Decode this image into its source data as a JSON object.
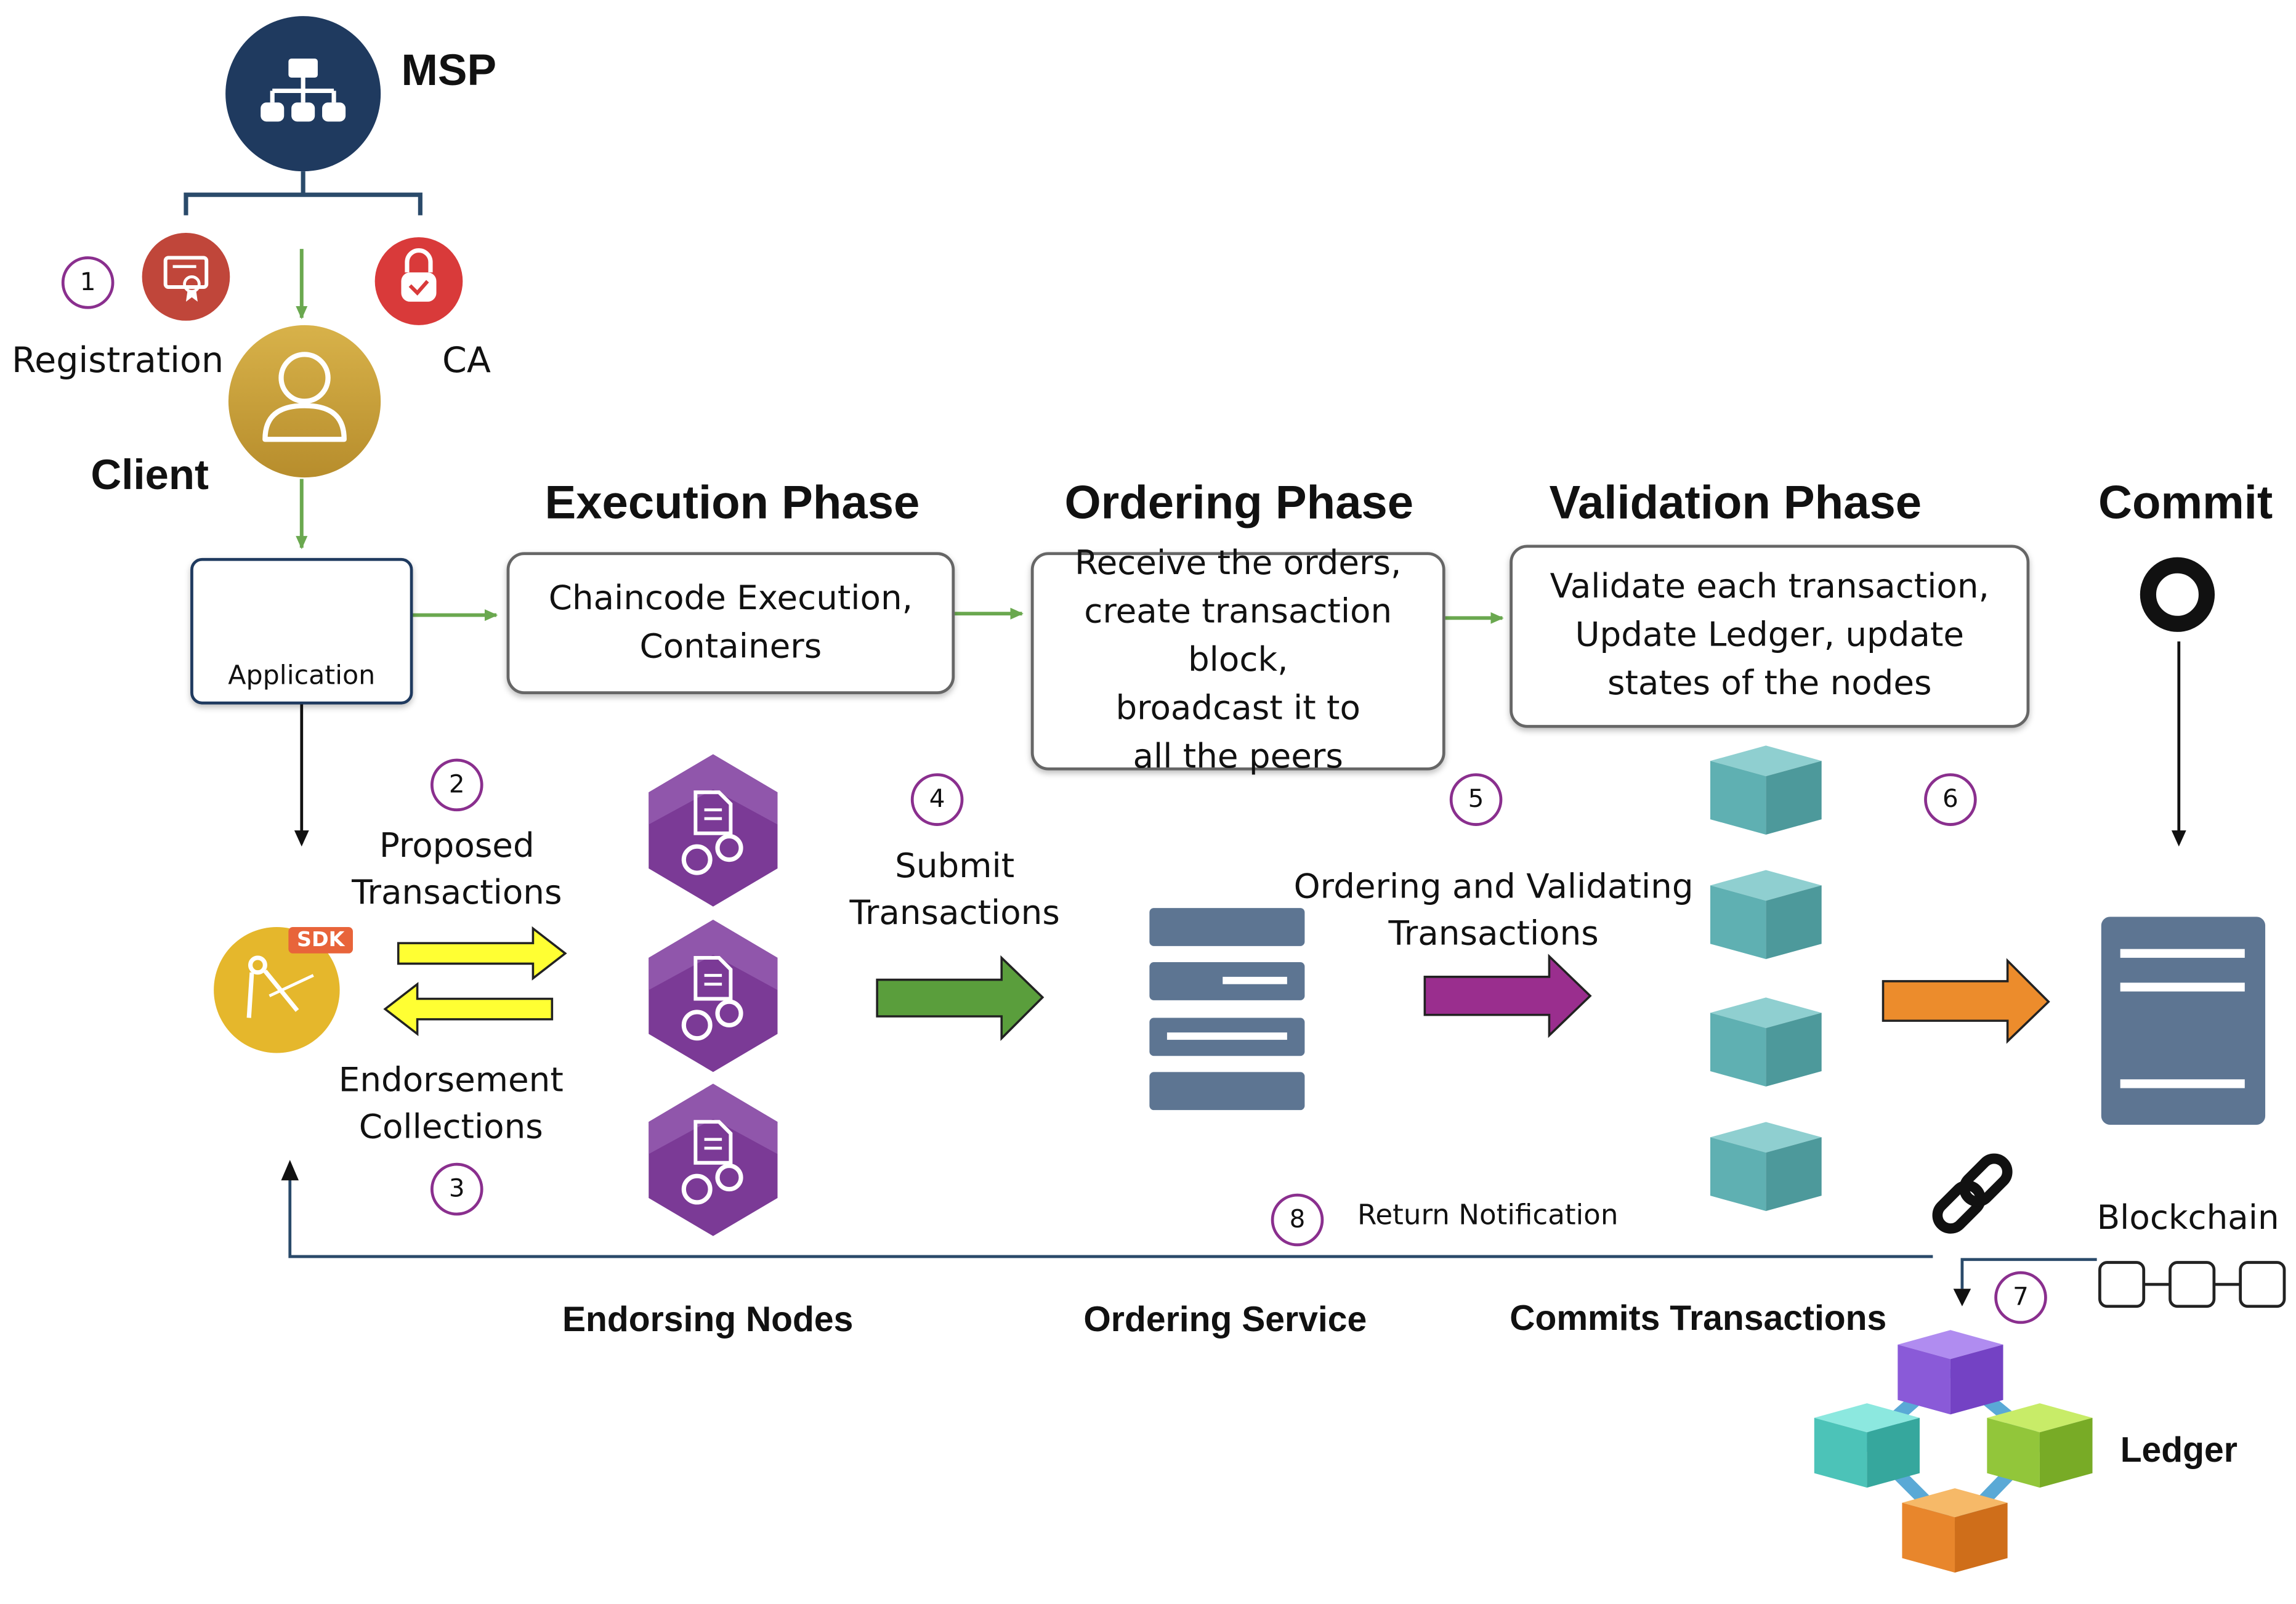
{
  "msp": {
    "label": "MSP"
  },
  "registration": {
    "label": "Registration",
    "step": "1"
  },
  "ca": {
    "label": "CA"
  },
  "client": {
    "label": "Client"
  },
  "application": {
    "label": "Application"
  },
  "phases": {
    "execution": {
      "title": "Execution Phase",
      "text": "Chaincode Execution,\nContainers"
    },
    "ordering": {
      "title": "Ordering Phase",
      "text": "Receive the orders,\ncreate transaction block,\nbroadcast it to\nall the peers"
    },
    "validation": {
      "title": "Validation Phase",
      "text": "Validate each transaction,\nUpdate Ledger, update\nstates of the nodes"
    },
    "commit": {
      "title": "Commit"
    }
  },
  "sdk": {
    "badge": "SDK"
  },
  "steps": {
    "s2": {
      "num": "2",
      "label": "Proposed\nTransactions"
    },
    "s3": {
      "num": "3",
      "label": "Endorsement\nCollections"
    },
    "s4": {
      "num": "4",
      "label": "Submit\nTransactions"
    },
    "s5": {
      "num": "5",
      "label": "Ordering and Validating\nTransactions"
    },
    "s6": {
      "num": "6"
    },
    "s7": {
      "num": "7"
    },
    "s8": {
      "num": "8",
      "label": "Return Notification"
    }
  },
  "bottom_labels": {
    "endorsing": "Endorsing Nodes",
    "ordering": "Ordering Service",
    "commits": "Commits Transactions"
  },
  "blockchain": {
    "label": "Blockchain"
  },
  "ledger": {
    "label": "Ledger"
  },
  "colors": {
    "msp_navy": "#1f3a5f",
    "registration_red": "#c0463a",
    "ca_red": "#d93a3a",
    "client_gold": "#c9a23a",
    "sdk_yellow": "#e5b72c",
    "sdk_badge": "#e8643a",
    "endorser_purple": "#7b3a96",
    "step_purple": "#8a2f8e",
    "arrow_yellow": "#ffff33",
    "arrow_green": "#5a9e3c",
    "arrow_magenta": "#9a2e8e",
    "arrow_orange": "#ec8c2c",
    "server_slate": "#5d7592",
    "cube_teal": "#5fb0b2",
    "flow_green": "#6aa84f",
    "line_blue": "#2a4a6a"
  }
}
